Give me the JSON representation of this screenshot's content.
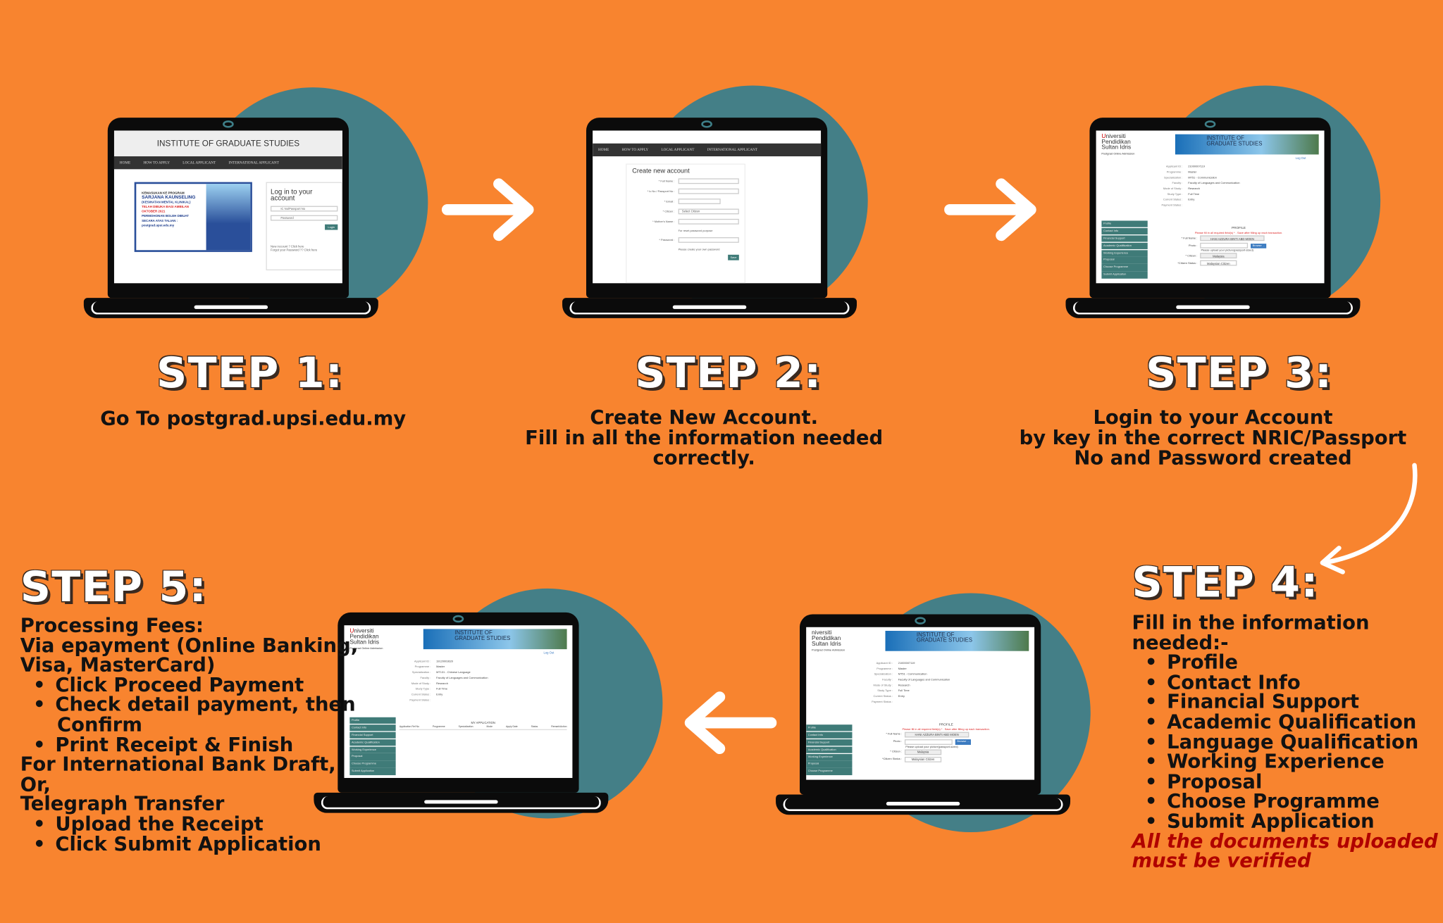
{
  "colors": {
    "background": "#F8842F",
    "circle": "#447F87",
    "text": "#121212",
    "heading": "#FFFFFF",
    "warning": "#B00000",
    "sidebar": "#3F7B78"
  },
  "steps": [
    {
      "title": "STEP 1:",
      "description": [
        "Go To postgrad.upsi.edu.my"
      ]
    },
    {
      "title": "STEP 2:",
      "description": [
        "Create New Account.",
        "Fill in all the information needed",
        "correctly."
      ]
    },
    {
      "title": "STEP 3:",
      "description": [
        "Login to your Account",
        "by key in the correct NRIC/Passport",
        "No and Password created"
      ]
    },
    {
      "title": "STEP 4:",
      "intro": [
        "Fill in the information",
        "needed:-"
      ],
      "items": [
        "Profile",
        "Contact Info",
        "Financial Support",
        "Academic Qualification",
        "Language Qualification",
        "Working Experience",
        "Proposal",
        "Choose Programme",
        "Submit Application"
      ],
      "warning": [
        "All the documents uploaded",
        "must be verified"
      ]
    },
    {
      "title": "STEP 5:",
      "lines": [
        "Processing Fees:",
        "Via epayment (Online Banking,",
        "Visa, MasterCard)"
      ],
      "items": [
        "Click Proceed Payment",
        "Check detail payment, then",
        "Print Receipt & Finish"
      ],
      "items_cont": "Confirm",
      "lines2": [
        "For International Bank Draft,",
        "Or,",
        "Telegraph Transfer"
      ],
      "items2": [
        "Upload the Receipt",
        "Click Submit Application"
      ]
    }
  ],
  "icons": [
    "arrow-right-icon",
    "arrow-right-icon",
    "curved-arrow-down-icon",
    "arrow-left-icon"
  ],
  "screens": {
    "login": {
      "header": "INSTITUTE OF GRADUATE STUDIES",
      "nav": [
        "HOME",
        "HOW TO APPLY",
        "LOCAL APPLICANT",
        "INTERNATIONAL APPLICANT"
      ],
      "poster": [
        "KEMASUKAN KE PROGRAM",
        "SARJANA KAUNSELING",
        "(KESIHATAN MENTAL KLINIKAL)",
        "TELAH DIBUKA BAGI AMBILAN",
        "OKTOBER 2021",
        "PERMOHONAN BOLEH DIBUAT SECARA ATAS TALIAN :",
        "postgrad.upsi.edu.my"
      ],
      "login_title": "Log in to your account",
      "ic_placeholder": "IC No/Passport No",
      "password_placeholder": "Password",
      "login_button": "Login",
      "new_account": "New Account ? Click here",
      "forgot": "Forgot your Password ?? Click here"
    },
    "register": {
      "title": "Create new account",
      "fields": [
        "* Full Name :",
        "* Ic No / Passport No :",
        "* Email :",
        "* Citizen :",
        "* Mother's Name :",
        "* Password :"
      ],
      "citizen_select": "Select Citizen",
      "mother_hint": "For reset password purpose",
      "password_hint": "Please create your own password",
      "save": "Save"
    },
    "profile": {
      "logo": [
        "U",
        "niversiti",
        "Pendidikan",
        "Sultan Idris",
        "Postgrad Online Admission"
      ],
      "banner": [
        "INSTITUTE OF",
        "GRADUATE STUDIES"
      ],
      "logout": "Log Out",
      "info_keys": [
        "Applicant ID :",
        "Programme :",
        "Specialization :",
        "Faculty :",
        "Mode of Study :",
        "Study Type :",
        "Current Status :",
        "Payment Status :"
      ],
      "info_values": [
        "21000007119",
        "Master",
        "MT51 - Communication",
        "Faculty of Languages and Communication",
        "Research",
        "Full Time",
        "Entry",
        ""
      ],
      "menu": [
        "Profile",
        "Contact Info",
        "Financial Support",
        "Academic Qualification",
        "Working Experience",
        "Proposal",
        "Choose Programme",
        "Submit Application"
      ],
      "section": "PROFILE",
      "notice": "Please fill in all required field(s) * . Save after filling up each transaction.",
      "full_name_label": "* Full Name :",
      "full_name": "HANI AZZURA BINTI ABD MOEN",
      "photo_label": "Photo :",
      "browse": "Browse ...",
      "photo_hint": "Please upload your picture(passport-sized)",
      "citizen_label": "* Citizen :",
      "citizen": "Malaysia",
      "citizen_status_label": "*Citizen Status :",
      "citizen_status": "Malaysian Citizen"
    },
    "application": {
      "info_values": [
        "19120003620",
        "Master",
        "MT131 - Chinese Language",
        "Faculty of Languages and Communication",
        "Research",
        "Full Time",
        "Entry",
        ""
      ],
      "section": "MY APPLICATION",
      "columns": [
        "Application Ref No",
        "Programme",
        "Specialization",
        "Mode",
        "Apply Date",
        "Status",
        "Remark/Action"
      ]
    }
  }
}
